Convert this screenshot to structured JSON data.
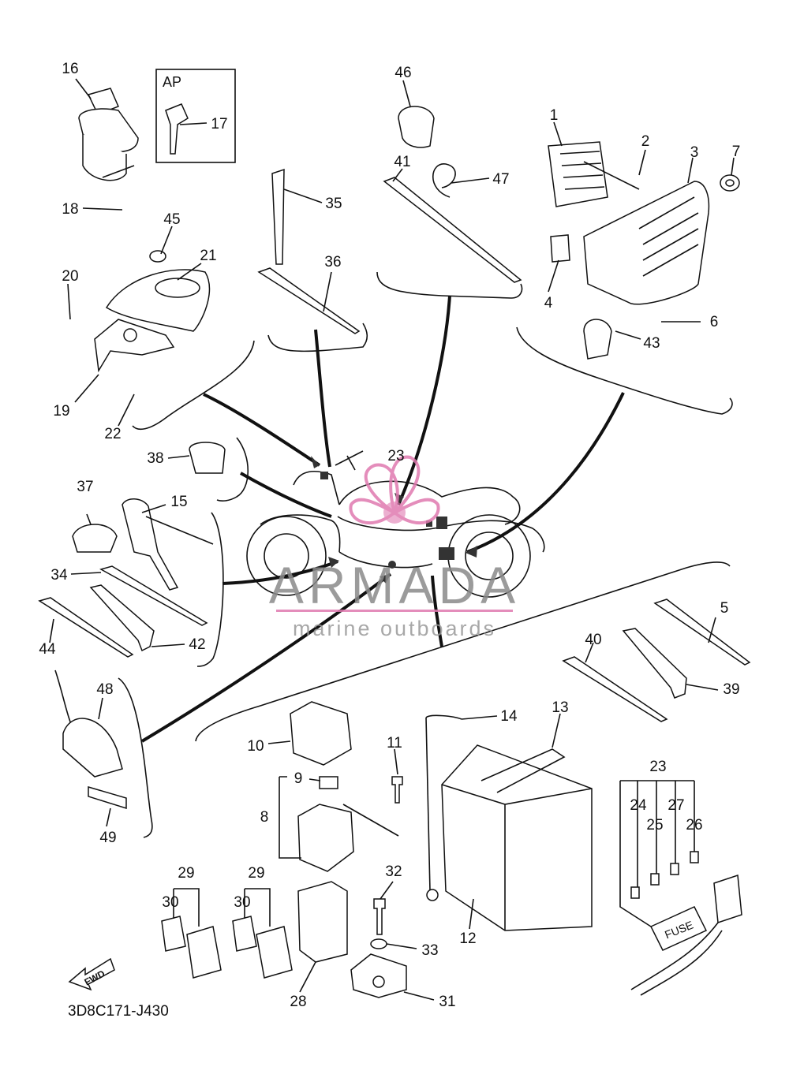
{
  "diagram_code": "3D8C171-J430",
  "fwd_label": "FWD",
  "ap_label": "AP",
  "fuse_label": "FUSE",
  "watermark": {
    "brand": "ARMADA",
    "tagline": "marine outboards",
    "brand_color": "#8a8a8a",
    "logo_color": "#e07ab0"
  },
  "callouts": {
    "c1": "1",
    "c2": "2",
    "c3": "3",
    "c4": "4",
    "c5": "5",
    "c6": "6",
    "c7": "7",
    "c8": "8",
    "c9": "9",
    "c10": "10",
    "c11": "11",
    "c12": "12",
    "c13": "13",
    "c14": "14",
    "c15": "15",
    "c16": "16",
    "c17": "17",
    "c18": "18",
    "c19": "19",
    "c20": "20",
    "c21": "21",
    "c22": "22",
    "c23a": "23",
    "c23b": "23",
    "c24": "24",
    "c25": "25",
    "c26": "26",
    "c27": "27",
    "c28": "28",
    "c29a": "29",
    "c29b": "29",
    "c30a": "30",
    "c30b": "30",
    "c31": "31",
    "c32": "32",
    "c33": "33",
    "c34": "34",
    "c35": "35",
    "c36": "36",
    "c37": "37",
    "c38": "38",
    "c39": "39",
    "c40": "40",
    "c41": "41",
    "c42": "42",
    "c43": "43",
    "c44": "44",
    "c45": "45",
    "c46": "46",
    "c47": "47",
    "c48": "48",
    "c49": "49"
  }
}
